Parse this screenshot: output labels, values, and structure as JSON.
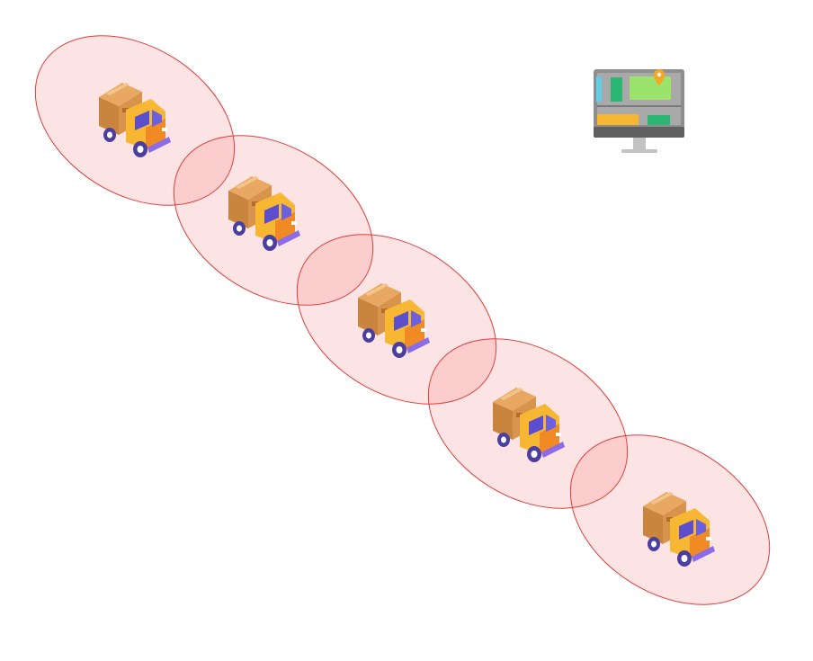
{
  "diagram": {
    "nodes": [
      {
        "id": "truck-1",
        "icon": "delivery-truck-icon"
      },
      {
        "id": "truck-2",
        "icon": "delivery-truck-icon"
      },
      {
        "id": "truck-3",
        "icon": "delivery-truck-icon"
      },
      {
        "id": "truck-4",
        "icon": "delivery-truck-icon"
      },
      {
        "id": "truck-5",
        "icon": "delivery-truck-icon"
      }
    ],
    "monitor": {
      "icon": "tracking-monitor-icon"
    },
    "colors": {
      "zone_fill": "#f05a5a",
      "zone_stroke": "#e23b3b",
      "truck_body": "#f7b733",
      "truck_cab_shade": "#f08a24",
      "cargo_box": "#d8944c",
      "window": "#5b4fcf",
      "wheel": "#4a3fa0",
      "monitor_frame": "#8e8e8e",
      "map_green": "#9be36b",
      "pin_orange": "#f5a623"
    }
  }
}
